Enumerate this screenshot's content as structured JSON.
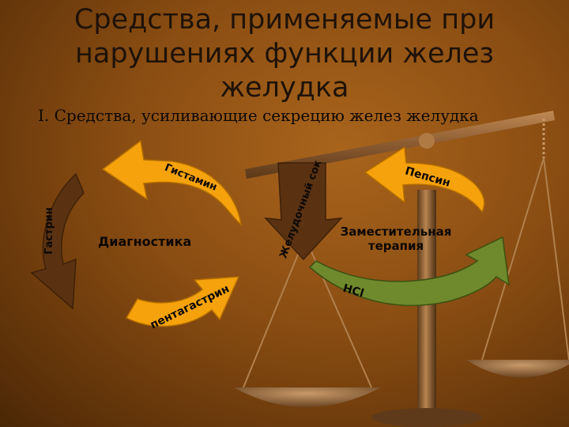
{
  "slide": {
    "title": "Средства, применяемые при нарушениях функции желез желудка",
    "subtitle": "I. Средства, усиливающие секрецию желез желудка"
  },
  "diagram": {
    "center_label": "Диагностика",
    "right_label": "Заместительная терапия",
    "arrows": {
      "gastrin": "Гастрин",
      "histamine": "Гистамин",
      "gastric_juice": "Желудочный сок",
      "pepsin": "Пепсин",
      "pentagastrin": "пентагастрин",
      "hcl": "HCl"
    }
  },
  "colors": {
    "background": "#8a4d12",
    "arrow_orange": "#f6a20c",
    "arrow_brown": "#5a3212",
    "arrow_green": "#6e8a2c",
    "text_dark": "#0c0804"
  }
}
